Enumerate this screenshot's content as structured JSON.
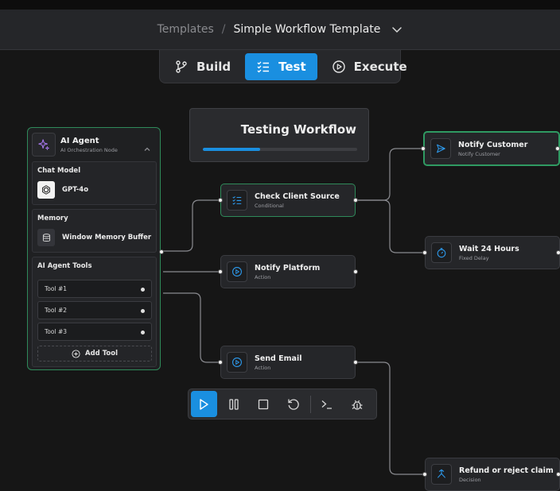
{
  "breadcrumb": {
    "root": "Templates",
    "separator": "/",
    "current": "Simple Workflow Template"
  },
  "modes": [
    {
      "label": "Build",
      "icon": "git-branch-icon",
      "active": false
    },
    {
      "label": "Test",
      "icon": "checklist-icon",
      "active": true
    },
    {
      "label": "Execute",
      "icon": "play-circle-icon",
      "active": false
    }
  ],
  "progress": {
    "title": "Testing Workflow",
    "value_percent": 37
  },
  "agent": {
    "title": "AI Agent",
    "subtitle": "AI Orchestration Node",
    "chat_model": {
      "label": "Chat Model",
      "value": "GPT-4o"
    },
    "memory": {
      "label": "Memory",
      "value": "Window Memory Buffer"
    },
    "tools": {
      "label": "AI Agent Tools",
      "items": [
        "Tool #1",
        "Tool #2",
        "Tool #3"
      ],
      "add_label": "Add Tool"
    }
  },
  "nodes": {
    "check_client": {
      "title": "Check Client Source",
      "subtitle": "Conditional"
    },
    "notify_platform": {
      "title": "Notify Platform",
      "subtitle": "Action"
    },
    "send_email": {
      "title": "Send Email",
      "subtitle": "Action"
    },
    "notify_customer": {
      "title": "Notify Customer",
      "subtitle": "Notify Customer"
    },
    "wait": {
      "title": "Wait 24 Hours",
      "subtitle": "Fixed Delay"
    },
    "refund": {
      "title": "Refund or reject claim",
      "subtitle": "Decision"
    }
  },
  "colors": {
    "accent": "#1a8fe0",
    "selected_border": "#2f8a5a",
    "background": "#161616",
    "node": "#252629"
  },
  "toolbar": [
    "play-icon",
    "pause-icon",
    "stop-icon",
    "reset-icon",
    "terminal-icon",
    "debug-icon"
  ]
}
